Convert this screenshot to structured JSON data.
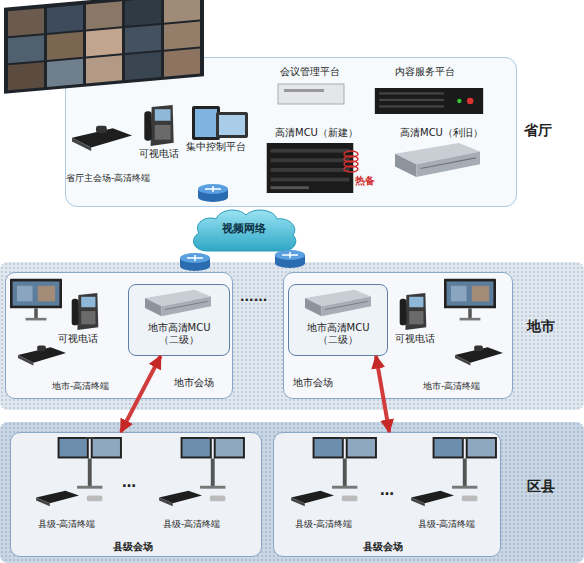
{
  "diagram": {
    "nodes": [
      {
        "text": [
          "省厅"
        ]
      },
      {
        "text": [
          "视频网络"
        ]
      },
      {
        "text": [
          "地市"
        ]
      },
      {
        "text": [
          "地市会场"
        ],
        "in": 2
      },
      {
        "text": [
          "地市高清MCU （二级）"
        ],
        "in": 3
      },
      {
        "text": [
          "地市会场"
        ],
        "in": 2
      },
      {
        "text": [
          "地市高清MCU （二级）"
        ],
        "in": 5
      },
      {
        "text": [
          "区县"
        ]
      },
      {
        "text": [
          "县级会场"
        ],
        "in": 7
      },
      {
        "text": [
          "县级会场"
        ],
        "in": 7
      }
    ],
    "edges": [
      {
        "from": 4,
        "to": 8,
        "arrow": "both"
      },
      {
        "from": 6,
        "to": 9,
        "arrow": "both"
      }
    ],
    "labels": [
      "会议管理平台",
      "内容服务平台",
      "高清MCU（新建）",
      "高清MCU（利旧）",
      "热备",
      "可视电话",
      "集中控制平台",
      "省厅主会场-高清终端",
      "可视电话",
      "地市-高清终端",
      "......",
      "可视电话",
      "地市-高清终端",
      "县级-高清终端",
      "…",
      "县级-高清终端",
      "县级-高清终端",
      "…",
      "县级-高清终端"
    ]
  }
}
